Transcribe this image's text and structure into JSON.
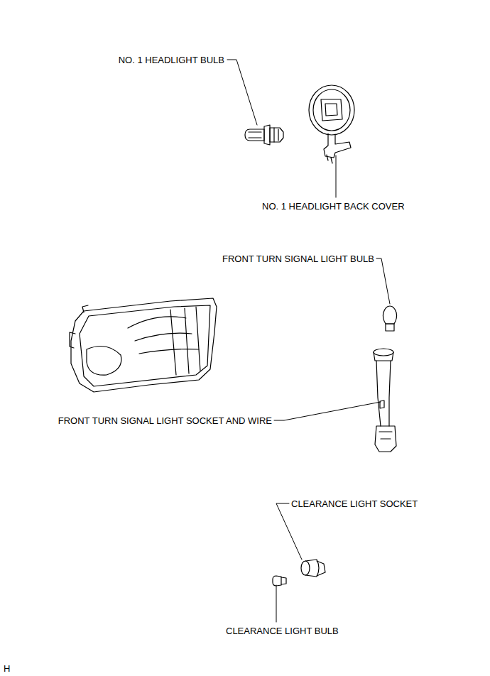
{
  "diagram": {
    "labels": [
      "NO. 1 HEADLIGHT BULB",
      "NO. 1 HEADLIGHT BACK COVER",
      "FRONT TURN SIGNAL LIGHT BULB",
      "FRONT TURN SIGNAL LIGHT SOCKET AND WIRE",
      "CLEARANCE LIGHT SOCKET",
      "CLEARANCE LIGHT BULB",
      "H"
    ]
  }
}
